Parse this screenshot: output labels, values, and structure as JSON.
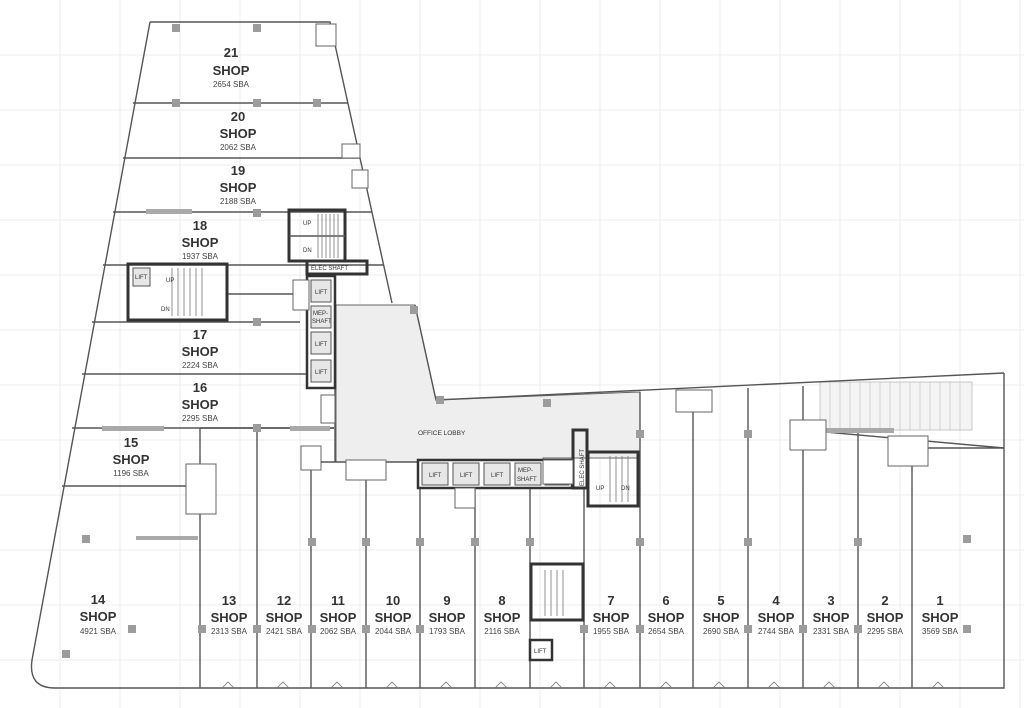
{
  "shops": [
    {
      "id": "s21",
      "number": "21",
      "label": "SHOP",
      "area": "2654 SBA"
    },
    {
      "id": "s20",
      "number": "20",
      "label": "SHOP",
      "area": "2062 SBA"
    },
    {
      "id": "s19",
      "number": "19",
      "label": "SHOP",
      "area": "2188 SBA"
    },
    {
      "id": "s18",
      "number": "18",
      "label": "SHOP",
      "area": "1937 SBA"
    },
    {
      "id": "s17",
      "number": "17",
      "label": "SHOP",
      "area": "2224 SBA"
    },
    {
      "id": "s16",
      "number": "16",
      "label": "SHOP",
      "area": "2295 SBA"
    },
    {
      "id": "s15",
      "number": "15",
      "label": "SHOP",
      "area": "1196 SBA"
    },
    {
      "id": "s14",
      "number": "14",
      "label": "SHOP",
      "area": "4921 SBA"
    },
    {
      "id": "s13",
      "number": "13",
      "label": "SHOP",
      "area": "2313 SBA"
    },
    {
      "id": "s12",
      "number": "12",
      "label": "SHOP",
      "area": "2421 SBA"
    },
    {
      "id": "s11",
      "number": "11",
      "label": "SHOP",
      "area": "2062 SBA"
    },
    {
      "id": "s10",
      "number": "10",
      "label": "SHOP",
      "area": "2044 SBA"
    },
    {
      "id": "s9",
      "number": "9",
      "label": "SHOP",
      "area": "1793 SBA"
    },
    {
      "id": "s8",
      "number": "8",
      "label": "SHOP",
      "area": "2116 SBA"
    },
    {
      "id": "s7",
      "number": "7",
      "label": "SHOP",
      "area": "1955 SBA"
    },
    {
      "id": "s6",
      "number": "6",
      "label": "SHOP",
      "area": "2654 SBA"
    },
    {
      "id": "s5",
      "number": "5",
      "label": "SHOP",
      "area": "2690 SBA"
    },
    {
      "id": "s4",
      "number": "4",
      "label": "SHOP",
      "area": "2744 SBA"
    },
    {
      "id": "s3",
      "number": "3",
      "label": "SHOP",
      "area": "2331 SBA"
    },
    {
      "id": "s2",
      "number": "2",
      "label": "SHOP",
      "area": "2295 SBA"
    },
    {
      "id": "s1",
      "number": "1",
      "label": "SHOP",
      "area": "3569 SBA"
    }
  ],
  "labels": {
    "office_lobby": "OFFICE LOBBY",
    "lift": "LIFT",
    "mep_shaft_1": "MEP-",
    "mep_shaft_2": "SHAFT",
    "elec_shaft": "ELEC SHAFT",
    "up": "UP",
    "dn": "DN"
  }
}
